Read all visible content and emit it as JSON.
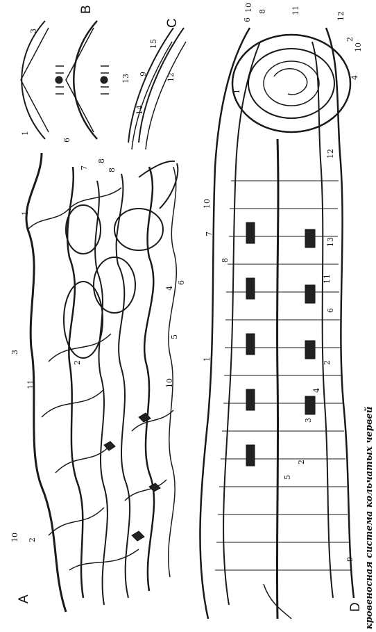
{
  "figure": {
    "panel_letters": [
      "A",
      "B",
      "C",
      "D"
    ],
    "caption": "кровеносная система кольчатых червей",
    "panel_A_labels": [
      "1",
      "3",
      "2",
      "11",
      "10",
      "2",
      "10",
      "4",
      "5",
      "6",
      "7",
      "8"
    ],
    "panel_B_labels": [
      "3",
      "1",
      "6",
      "8",
      "13",
      "9"
    ],
    "panel_C_labels": [
      "15",
      "14",
      "12"
    ],
    "panel_D_labels": [
      "6",
      "10",
      "8",
      "11",
      "12",
      "2",
      "10",
      "4",
      "1",
      "12",
      "10",
      "7",
      "8",
      "13",
      "11",
      "6",
      "1",
      "2",
      "4",
      "3",
      "2",
      "5",
      "9"
    ],
    "colors": {
      "ink": "#1a1a1a",
      "paper": "#ffffff"
    }
  }
}
